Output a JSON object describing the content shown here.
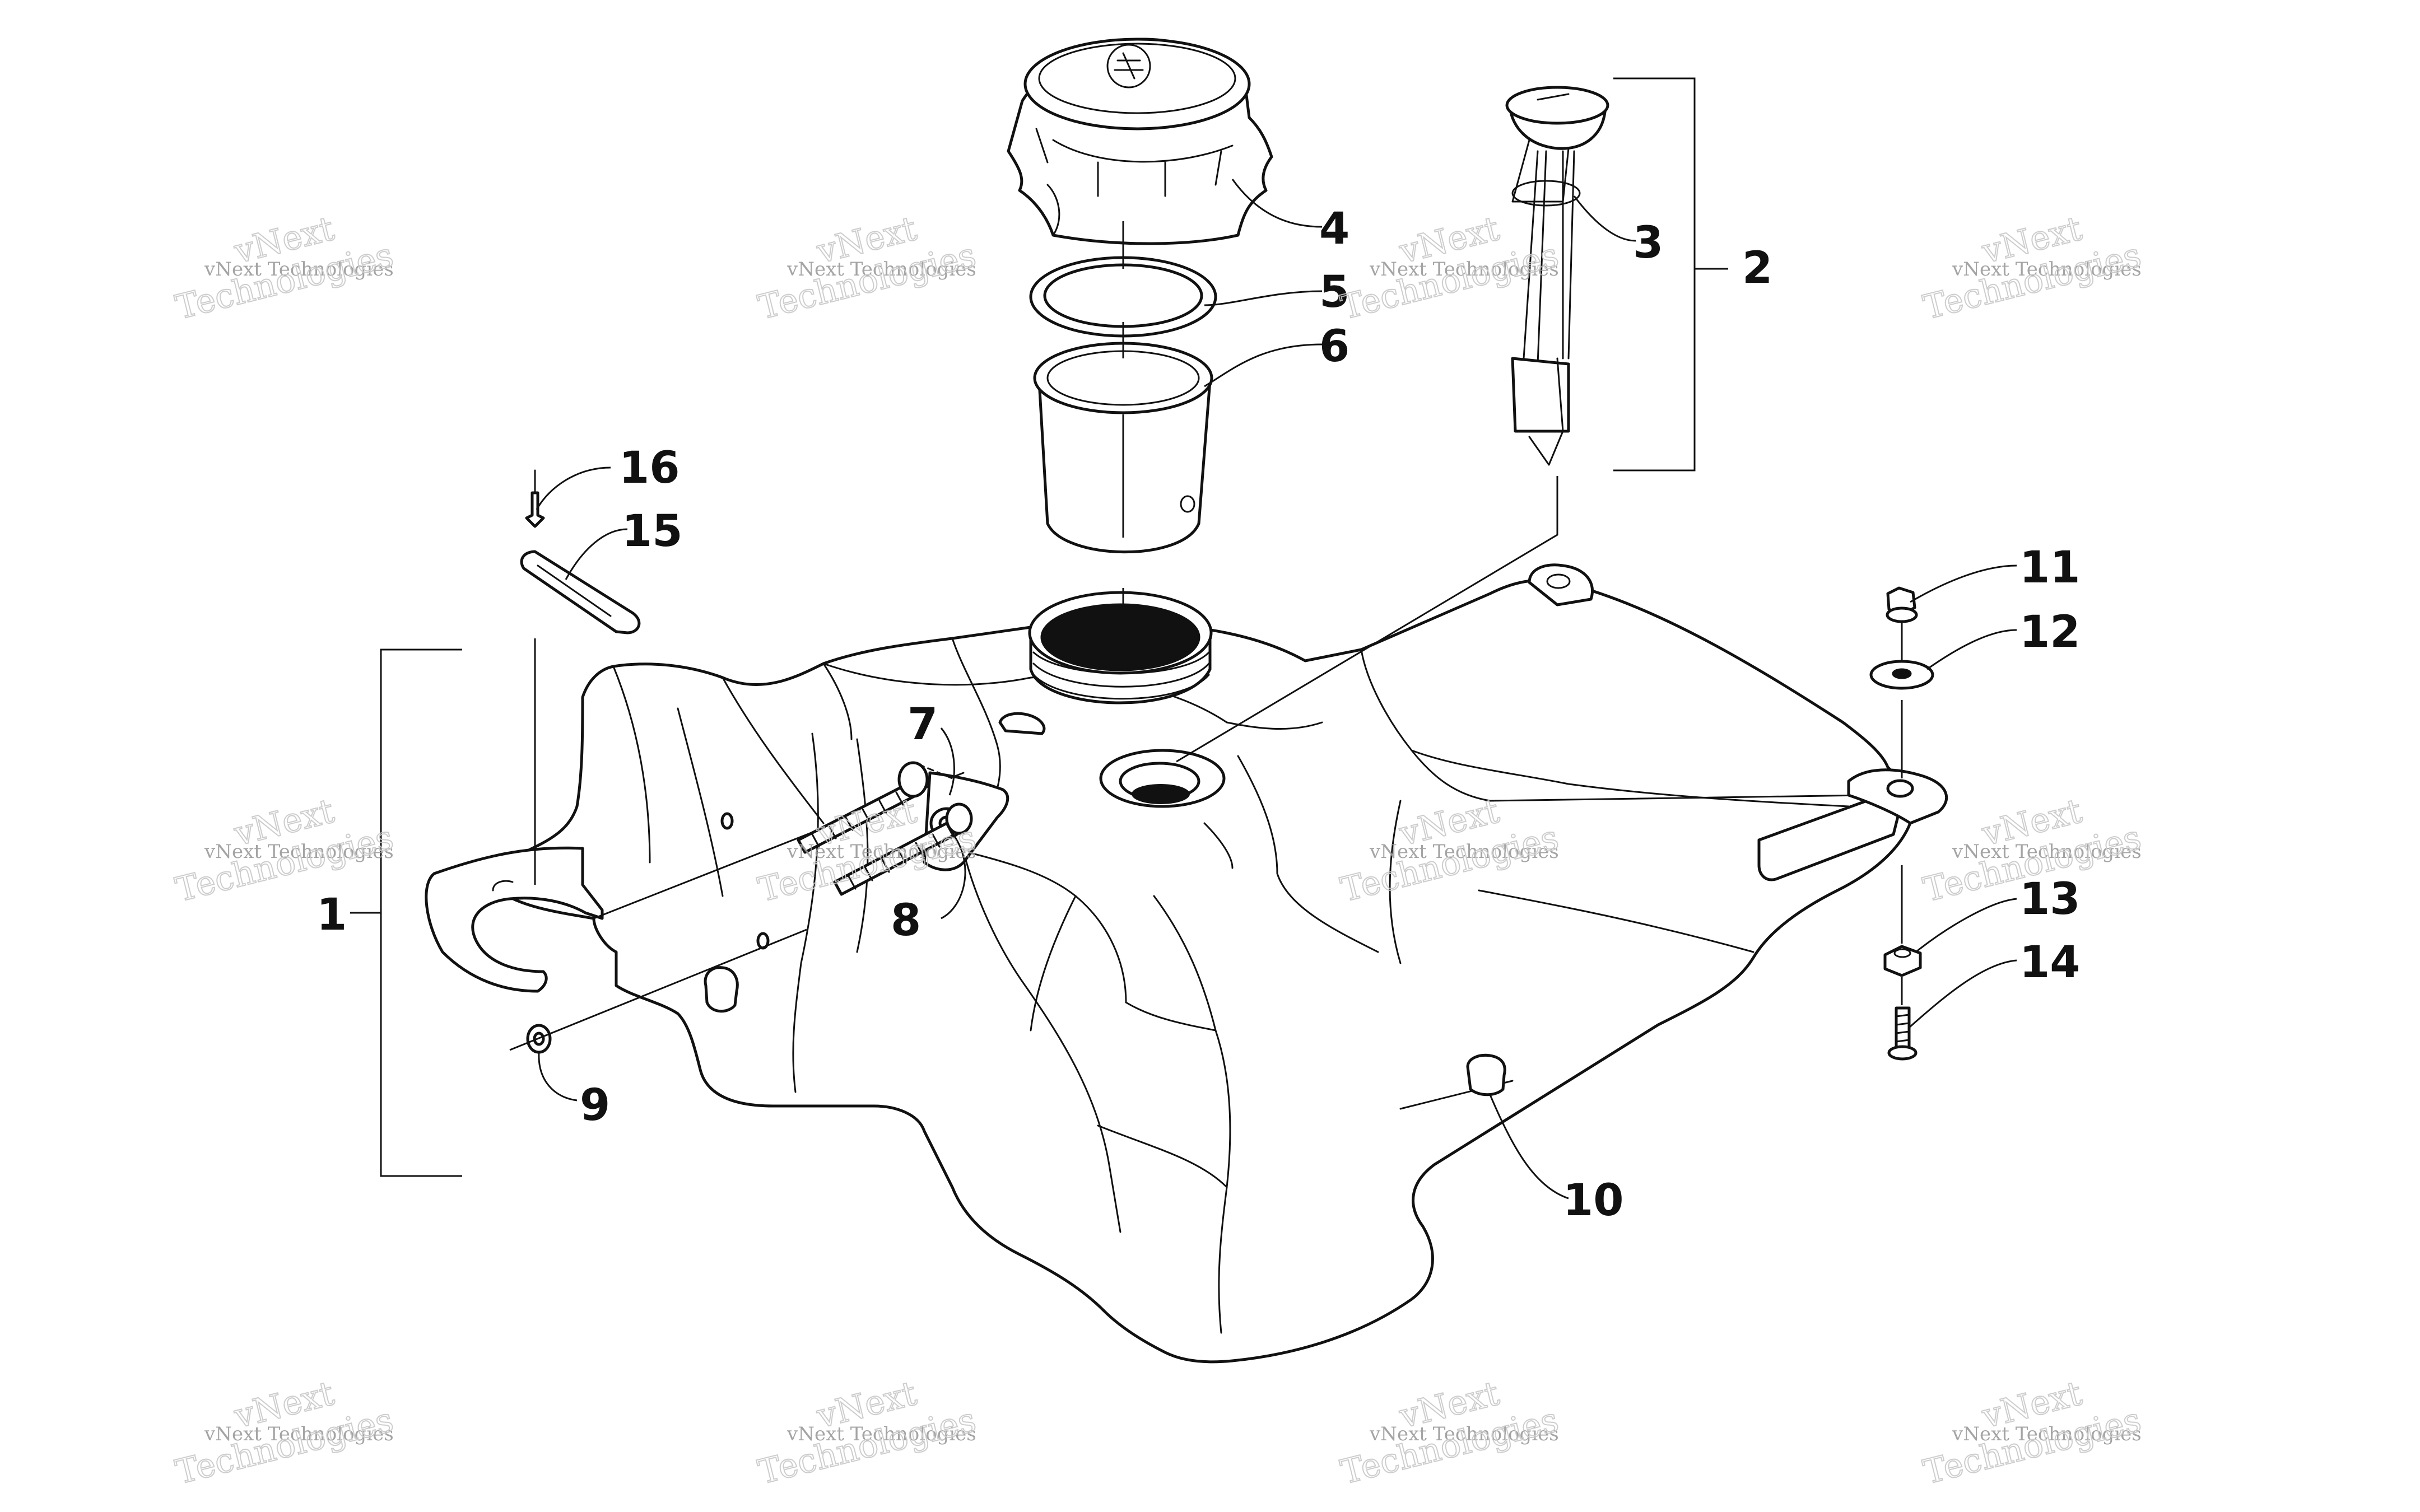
{
  "diagram": {
    "callouts": [
      {
        "id": "1",
        "label": "1"
      },
      {
        "id": "2",
        "label": "2"
      },
      {
        "id": "3",
        "label": "3"
      },
      {
        "id": "4",
        "label": "4"
      },
      {
        "id": "5",
        "label": "5"
      },
      {
        "id": "6",
        "label": "6"
      },
      {
        "id": "7",
        "label": "7"
      },
      {
        "id": "8",
        "label": "8"
      },
      {
        "id": "9",
        "label": "9"
      },
      {
        "id": "10",
        "label": "10"
      },
      {
        "id": "11",
        "label": "11"
      },
      {
        "id": "12",
        "label": "12"
      },
      {
        "id": "13",
        "label": "13"
      },
      {
        "id": "14",
        "label": "14"
      },
      {
        "id": "15",
        "label": "15"
      },
      {
        "id": "16",
        "label": "16"
      }
    ],
    "watermark": {
      "line_small": "vNext Technologies",
      "line_big_top": "vNext",
      "line_big_bottom": "Technologies"
    }
  }
}
